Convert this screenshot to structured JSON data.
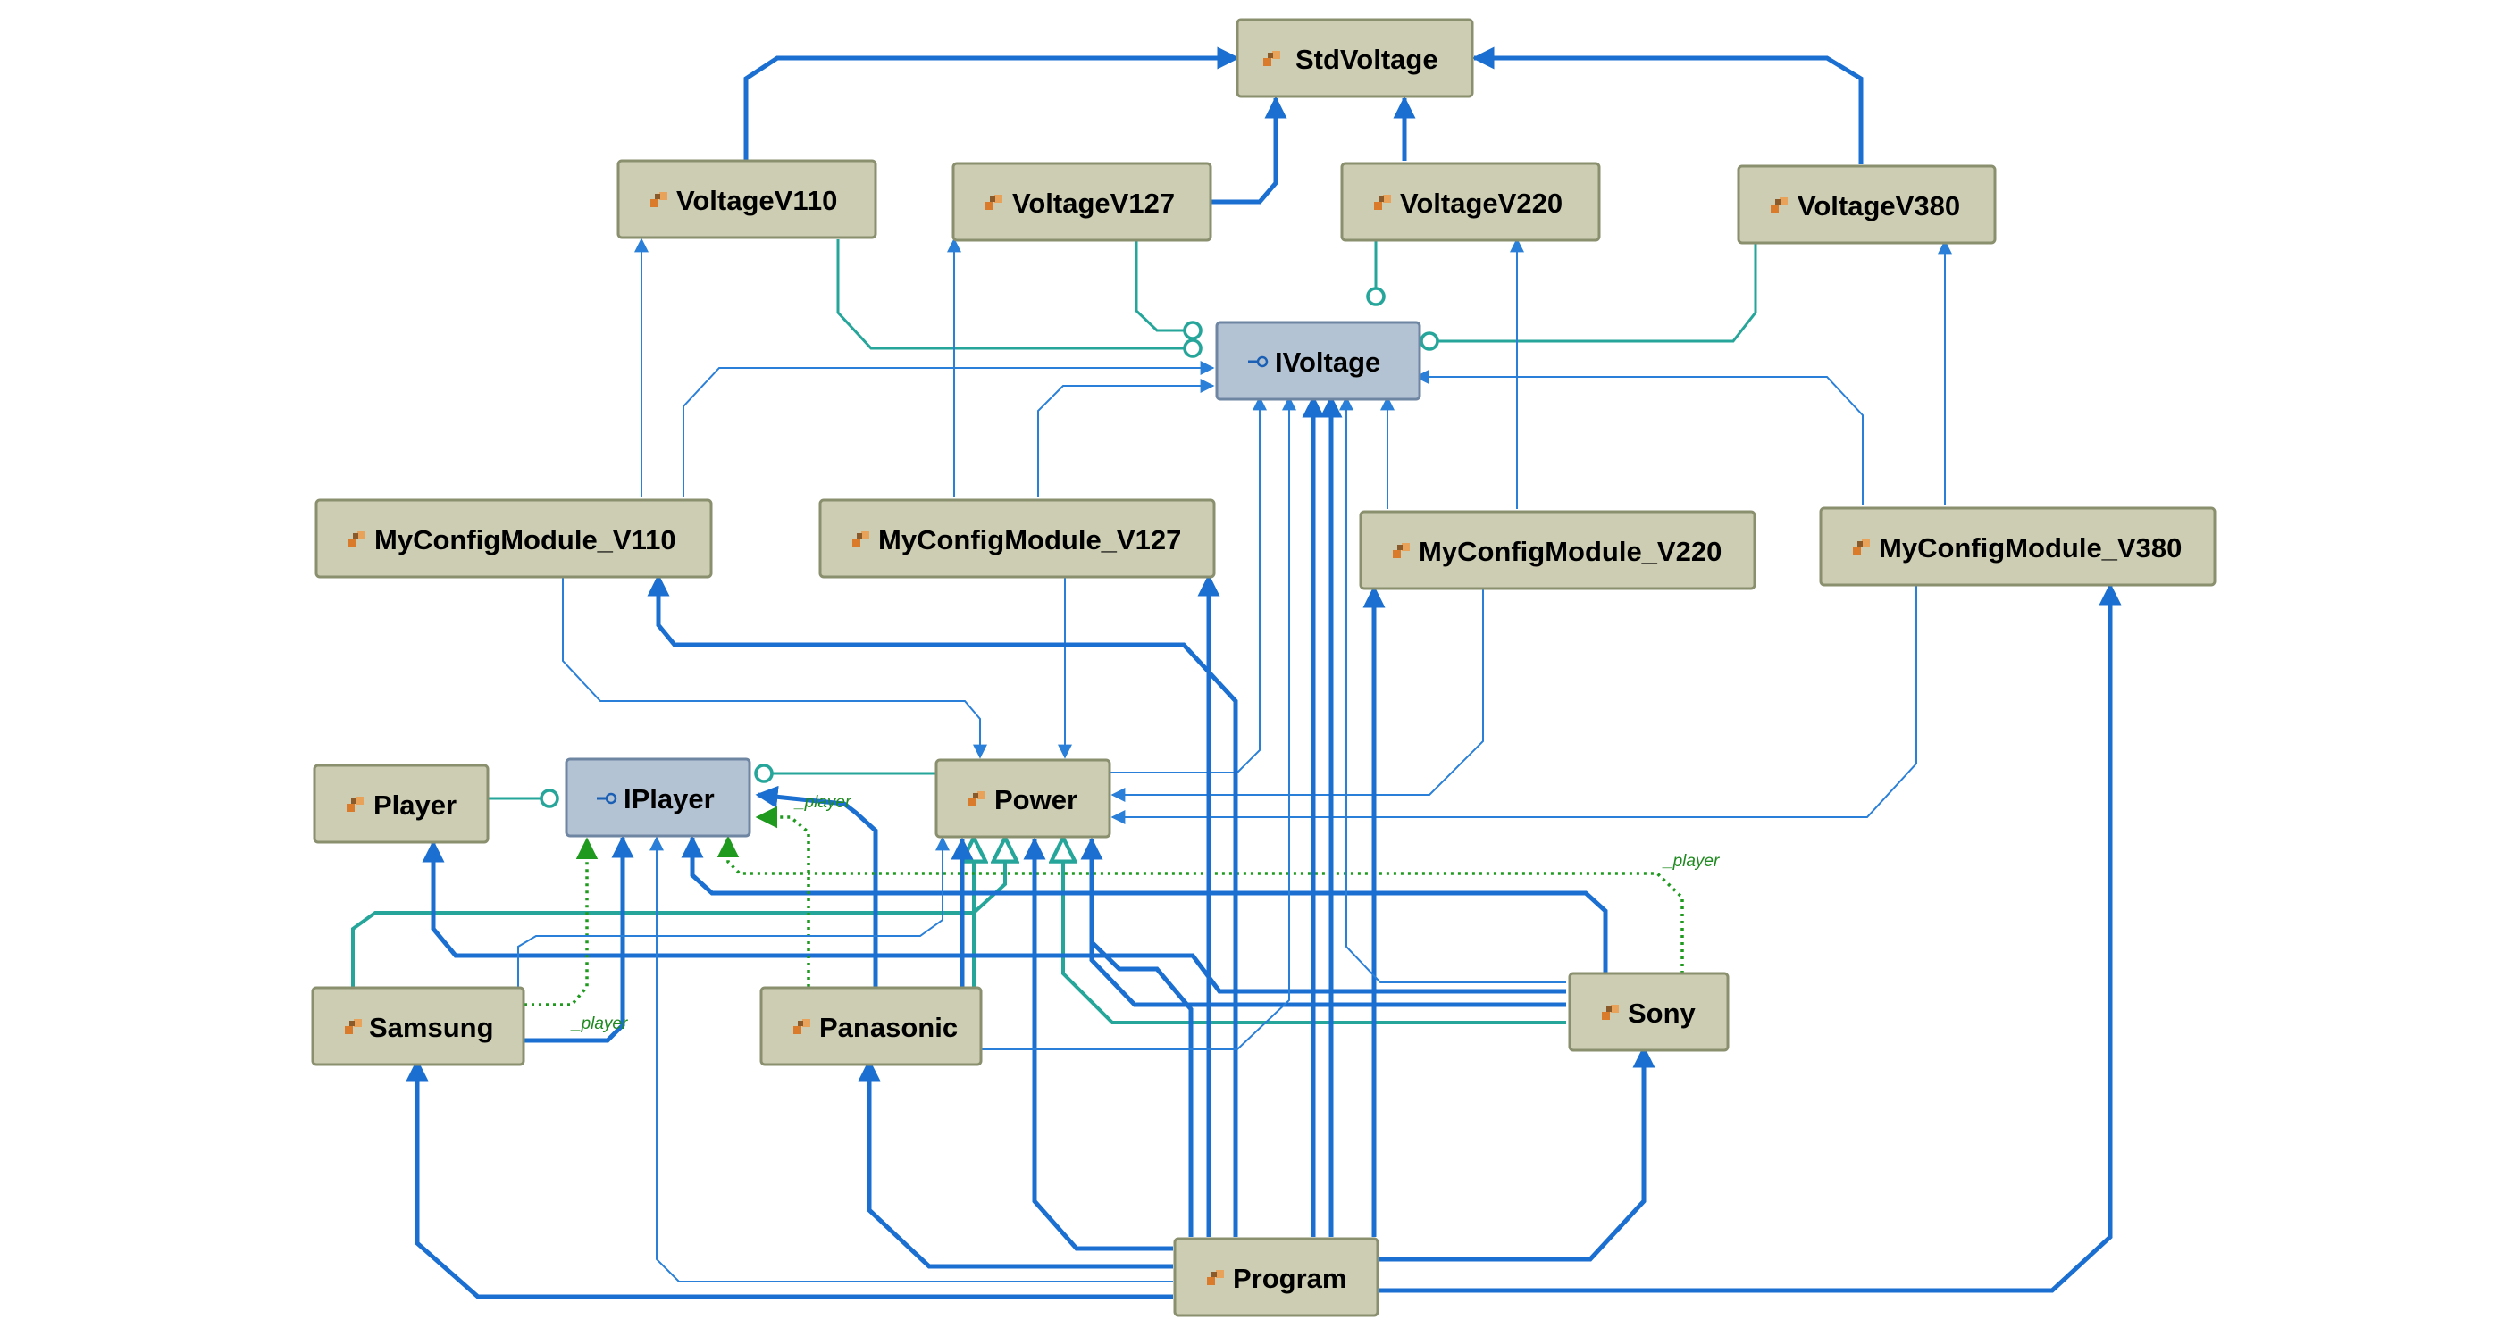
{
  "colors": {
    "association": "#1a6fd1",
    "dependency": "#2a7fd8",
    "realization": "#26a69a",
    "player_dependency": "#1f9a1f",
    "class_fill": "#cccdb3",
    "interface_fill": "#b3c3d3"
  },
  "nodes": {
    "stdvoltage": {
      "label": "StdVoltage",
      "kind": "class",
      "icon": "class-icon"
    },
    "voltagev110": {
      "label": "VoltageV110",
      "kind": "class",
      "icon": "class-icon"
    },
    "voltagev127": {
      "label": "VoltageV127",
      "kind": "class",
      "icon": "class-icon"
    },
    "voltagev220": {
      "label": "VoltageV220",
      "kind": "class",
      "icon": "class-icon"
    },
    "voltagev380": {
      "label": "VoltageV380",
      "kind": "class",
      "icon": "class-icon"
    },
    "ivoltage": {
      "label": "IVoltage",
      "kind": "interface",
      "icon": "interface-icon"
    },
    "myconfig_v110": {
      "label": "MyConfigModule_V110",
      "kind": "class",
      "icon": "class-icon"
    },
    "myconfig_v127": {
      "label": "MyConfigModule_V127",
      "kind": "class",
      "icon": "class-icon"
    },
    "myconfig_v220": {
      "label": "MyConfigModule_V220",
      "kind": "class",
      "icon": "class-icon"
    },
    "myconfig_v380": {
      "label": "MyConfigModule_V380",
      "kind": "class",
      "icon": "class-icon"
    },
    "player": {
      "label": "Player",
      "kind": "class",
      "icon": "class-icon"
    },
    "iplayer": {
      "label": "IPlayer",
      "kind": "interface",
      "icon": "interface-icon"
    },
    "power": {
      "label": "Power",
      "kind": "class",
      "icon": "class-icon"
    },
    "samsung": {
      "label": "Samsung",
      "kind": "class",
      "icon": "class-icon"
    },
    "panasonic": {
      "label": "Panasonic",
      "kind": "class",
      "icon": "class-icon"
    },
    "sony": {
      "label": "Sony",
      "kind": "class",
      "icon": "class-icon"
    },
    "program": {
      "label": "Program",
      "kind": "class",
      "icon": "class-icon"
    }
  },
  "edge_labels": {
    "panasonic_player": "_player",
    "sony_player": "_player",
    "samsung_player": "_player"
  }
}
